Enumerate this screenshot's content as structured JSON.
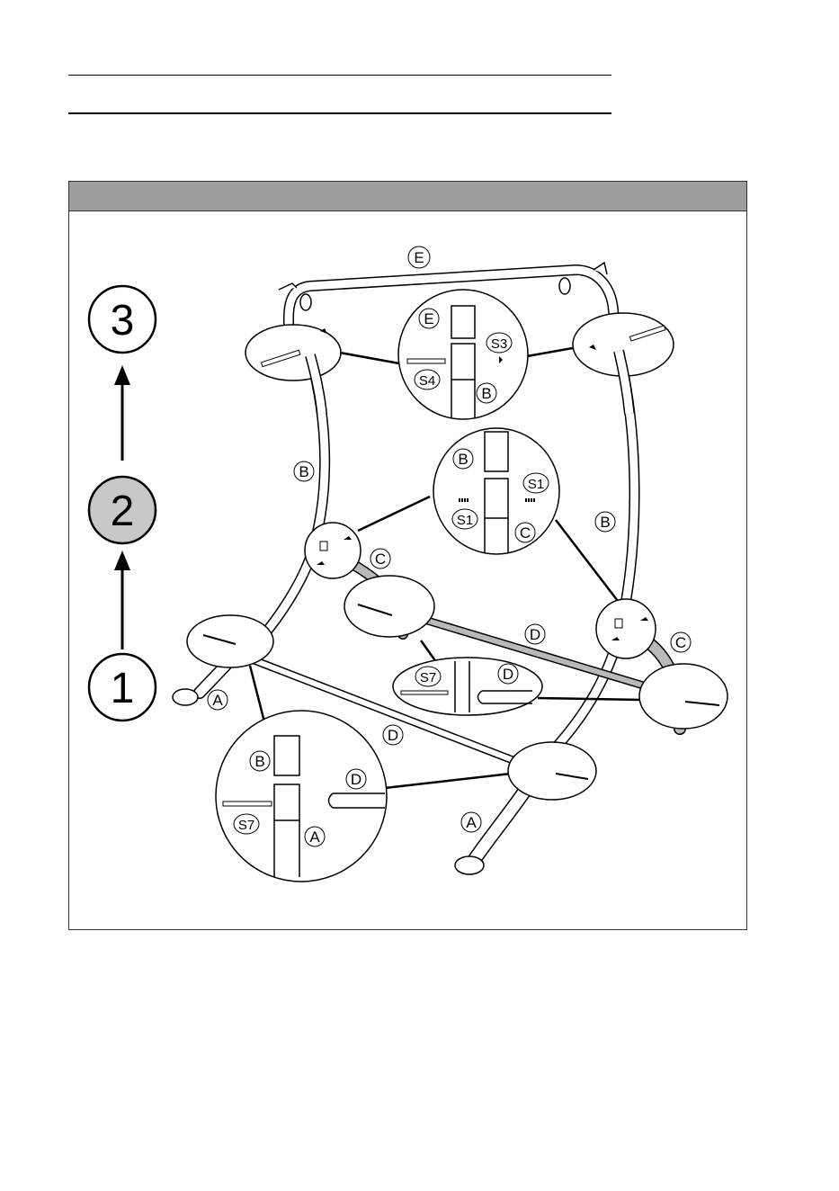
{
  "steps": [
    {
      "number": "3",
      "active": false
    },
    {
      "number": "2",
      "active": true
    },
    {
      "number": "1",
      "active": false
    }
  ],
  "colors": {
    "header_bar": "#9e9e9e",
    "active_step_fill": "#c8c8c8",
    "tube": "#ffffff",
    "shaded_tube": "#b9b9b9"
  },
  "part_labels": {
    "E": "E",
    "B": "B",
    "C": "C",
    "D": "D",
    "A": "A",
    "S1": "S1",
    "S3": "S3",
    "S4": "S4",
    "S7": "S7"
  }
}
